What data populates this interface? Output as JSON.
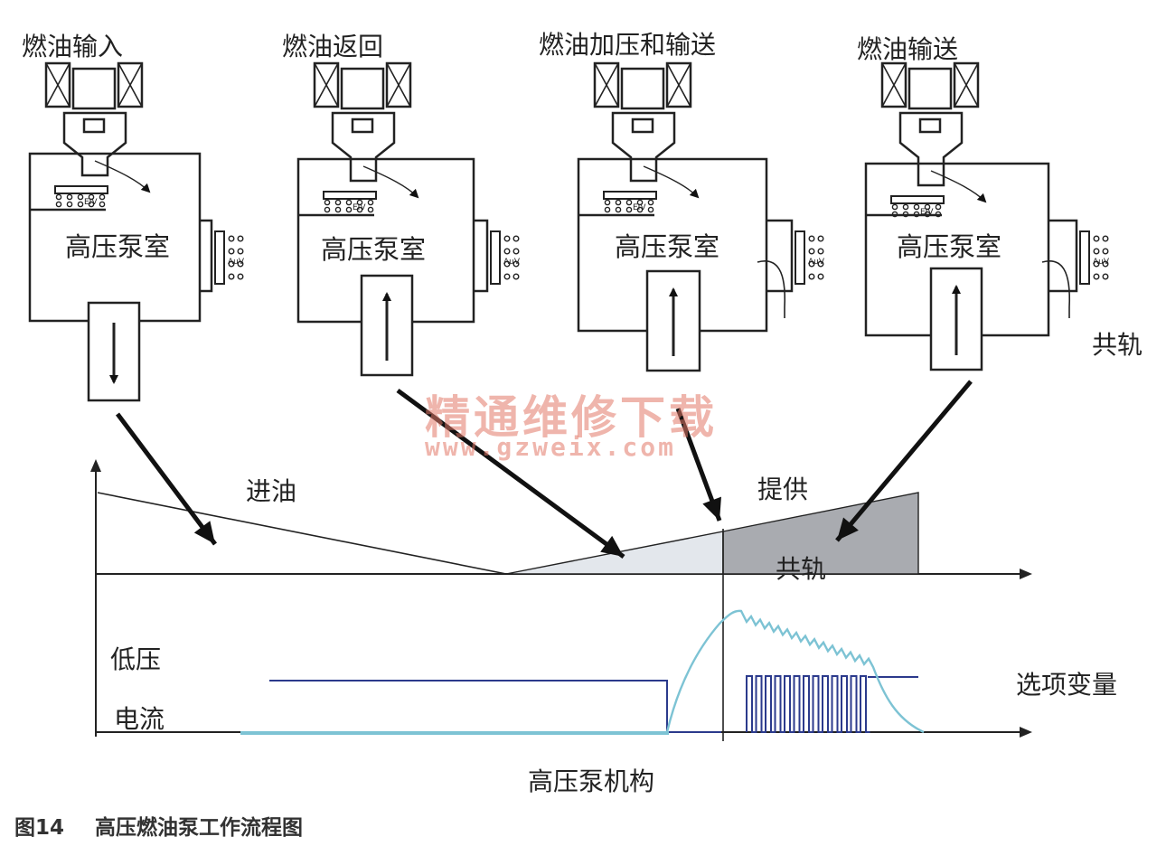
{
  "stages": [
    {
      "title": "燃油输入",
      "chamber": "高压泵室"
    },
    {
      "title": "燃油返回",
      "chamber": "高压泵室"
    },
    {
      "title": "燃油加压和输送",
      "chamber": "高压泵室"
    },
    {
      "title": "燃油输送",
      "chamber": "高压泵室"
    }
  ],
  "valve_labels": {
    "inlet": "EIV",
    "outlet": "AuV"
  },
  "rail_label": "共轨",
  "timing": {
    "intake": "进油",
    "supply": "提供",
    "rail": "共轨",
    "low_pressure": "低压",
    "current": "电流",
    "variable": "选项变量",
    "mechanism": "高压泵机构"
  },
  "watermark": {
    "name": "精通维修下载",
    "url": "www.gzweix.com"
  },
  "caption": {
    "number": "图14",
    "text": "高压燃油泵工作流程图"
  },
  "colors": {
    "line": "#222222",
    "current_trace": "#7dc3d4",
    "pulse": "#2b3a8c",
    "watermark": "#e27868"
  }
}
